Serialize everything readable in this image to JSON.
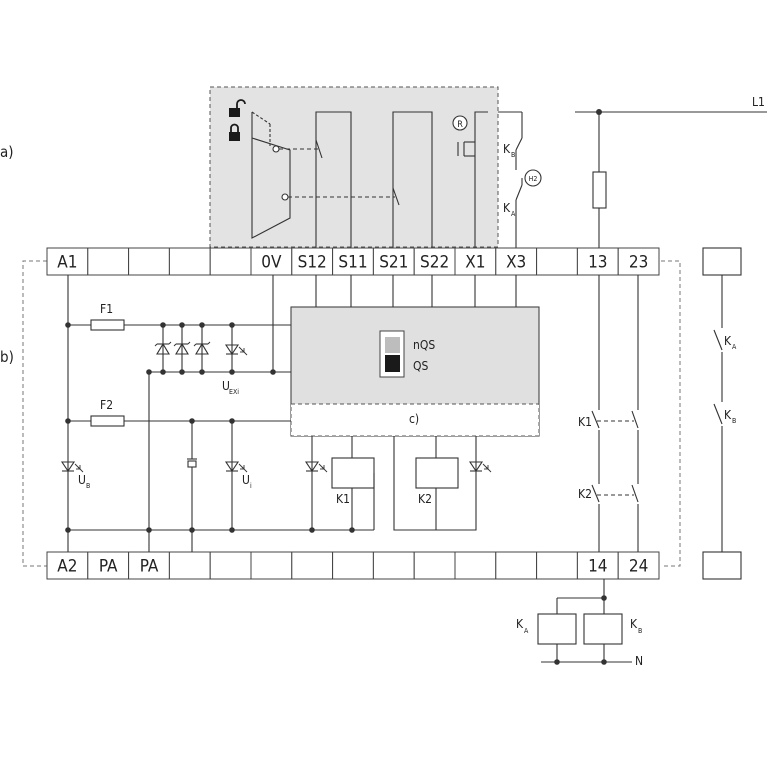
{
  "section_labels": {
    "a": "a)",
    "b": "b)",
    "c": "c)"
  },
  "top_terminals": [
    "A1",
    "",
    "",
    "",
    "",
    "0V",
    "S12",
    "S11",
    "S21",
    "S22",
    "X1",
    "X3",
    "",
    "13",
    "23"
  ],
  "bottom_terminals": [
    "A2",
    "PA",
    "PA",
    "",
    "",
    "",
    "",
    "",
    "",
    "",
    "",
    "",
    "",
    "14",
    "24"
  ],
  "supply": {
    "line": "L1",
    "neutral": "N"
  },
  "fuses": {
    "f1": "F1",
    "f2": "F2"
  },
  "led_labels": {
    "uexi_main": "U",
    "uexi_sub": "EXi",
    "ub_main": "U",
    "ub_sub": "B",
    "ui_main": "U",
    "ui_sub": "i"
  },
  "relays": {
    "k1": "K1",
    "k2": "K2"
  },
  "contacts": {
    "kb_main": "K",
    "kb_sub": "B",
    "ka_main": "K",
    "ka_sub": "A",
    "h2": "H2",
    "r": "R"
  },
  "switch_labels": {
    "nqs": "nQS",
    "qs": "QS"
  },
  "colors": {
    "line": "#333333",
    "gray_box": "#e3e3e3",
    "module": "#e0e0e0"
  }
}
